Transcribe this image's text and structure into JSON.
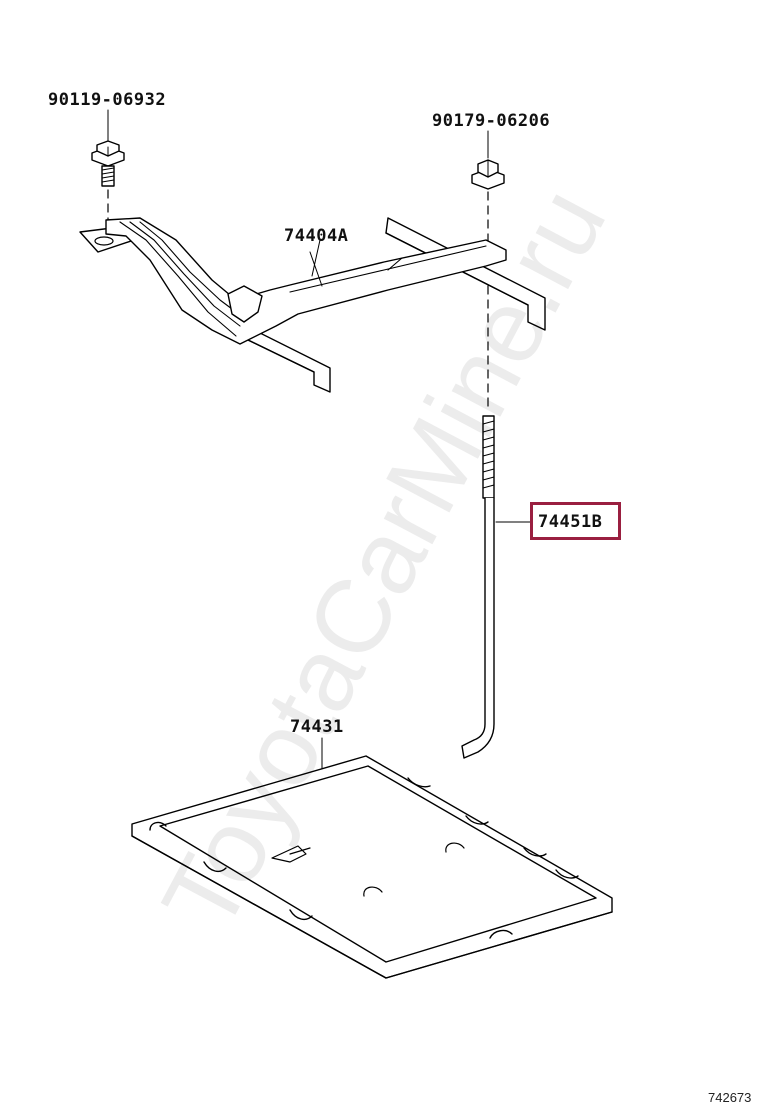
{
  "parts": {
    "bolt": "90119-06932",
    "nut": "90179-06206",
    "clamp": "74404A",
    "rod": "74451B",
    "tray": "74431"
  },
  "diagram_id": "742673",
  "watermark": "ToyotaCarMine.ru",
  "colors": {
    "line": "#000000",
    "highlight": "#9a1f40"
  }
}
